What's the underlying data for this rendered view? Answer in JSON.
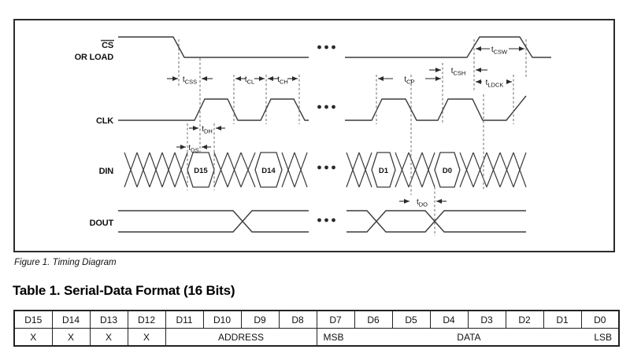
{
  "figure": {
    "caption": "Figure 1. Timing Diagram",
    "ellipsis": "•••",
    "signals": {
      "cs_line1": "CS",
      "cs_line2": "OR LOAD",
      "clk": "CLK",
      "din": "DIN",
      "dout": "DOUT"
    },
    "timing": {
      "tcss": {
        "base": "t",
        "sub": "CSS"
      },
      "tcl": {
        "base": "t",
        "sub": "CL"
      },
      "tch": {
        "base": "t",
        "sub": "CH"
      },
      "tcp": {
        "base": "t",
        "sub": "CP"
      },
      "tcsh": {
        "base": "t",
        "sub": "CSH"
      },
      "tcsw": {
        "base": "t",
        "sub": "CSW"
      },
      "tldck": {
        "base": "t",
        "sub": "LDCK"
      },
      "tdh": {
        "base": "t",
        "sub": "DH"
      },
      "tds": {
        "base": "t",
        "sub": "DS"
      },
      "tdo": {
        "base": "t",
        "sub": "DO"
      }
    },
    "data_windows": {
      "d15": "D15",
      "d14": "D14",
      "d1": "D1",
      "d0": "D0"
    }
  },
  "table": {
    "title": "Table 1. Serial-Data Format (16 Bits)",
    "headers": [
      "D15",
      "D14",
      "D13",
      "D12",
      "D11",
      "D10",
      "D9",
      "D8",
      "D7",
      "D6",
      "D5",
      "D4",
      "D3",
      "D2",
      "D1",
      "D0"
    ],
    "dont_care": [
      "X",
      "X",
      "X",
      "X"
    ],
    "address_label": "ADDRESS",
    "msb_label": "MSB",
    "data_label": "DATA",
    "lsb_label": "LSB"
  },
  "colors": {
    "waveform_line": "#3c3c3c",
    "dashed_guide": "#6a6a6a",
    "text": "#111111",
    "table_border": "#222222",
    "background": "#ffffff"
  }
}
